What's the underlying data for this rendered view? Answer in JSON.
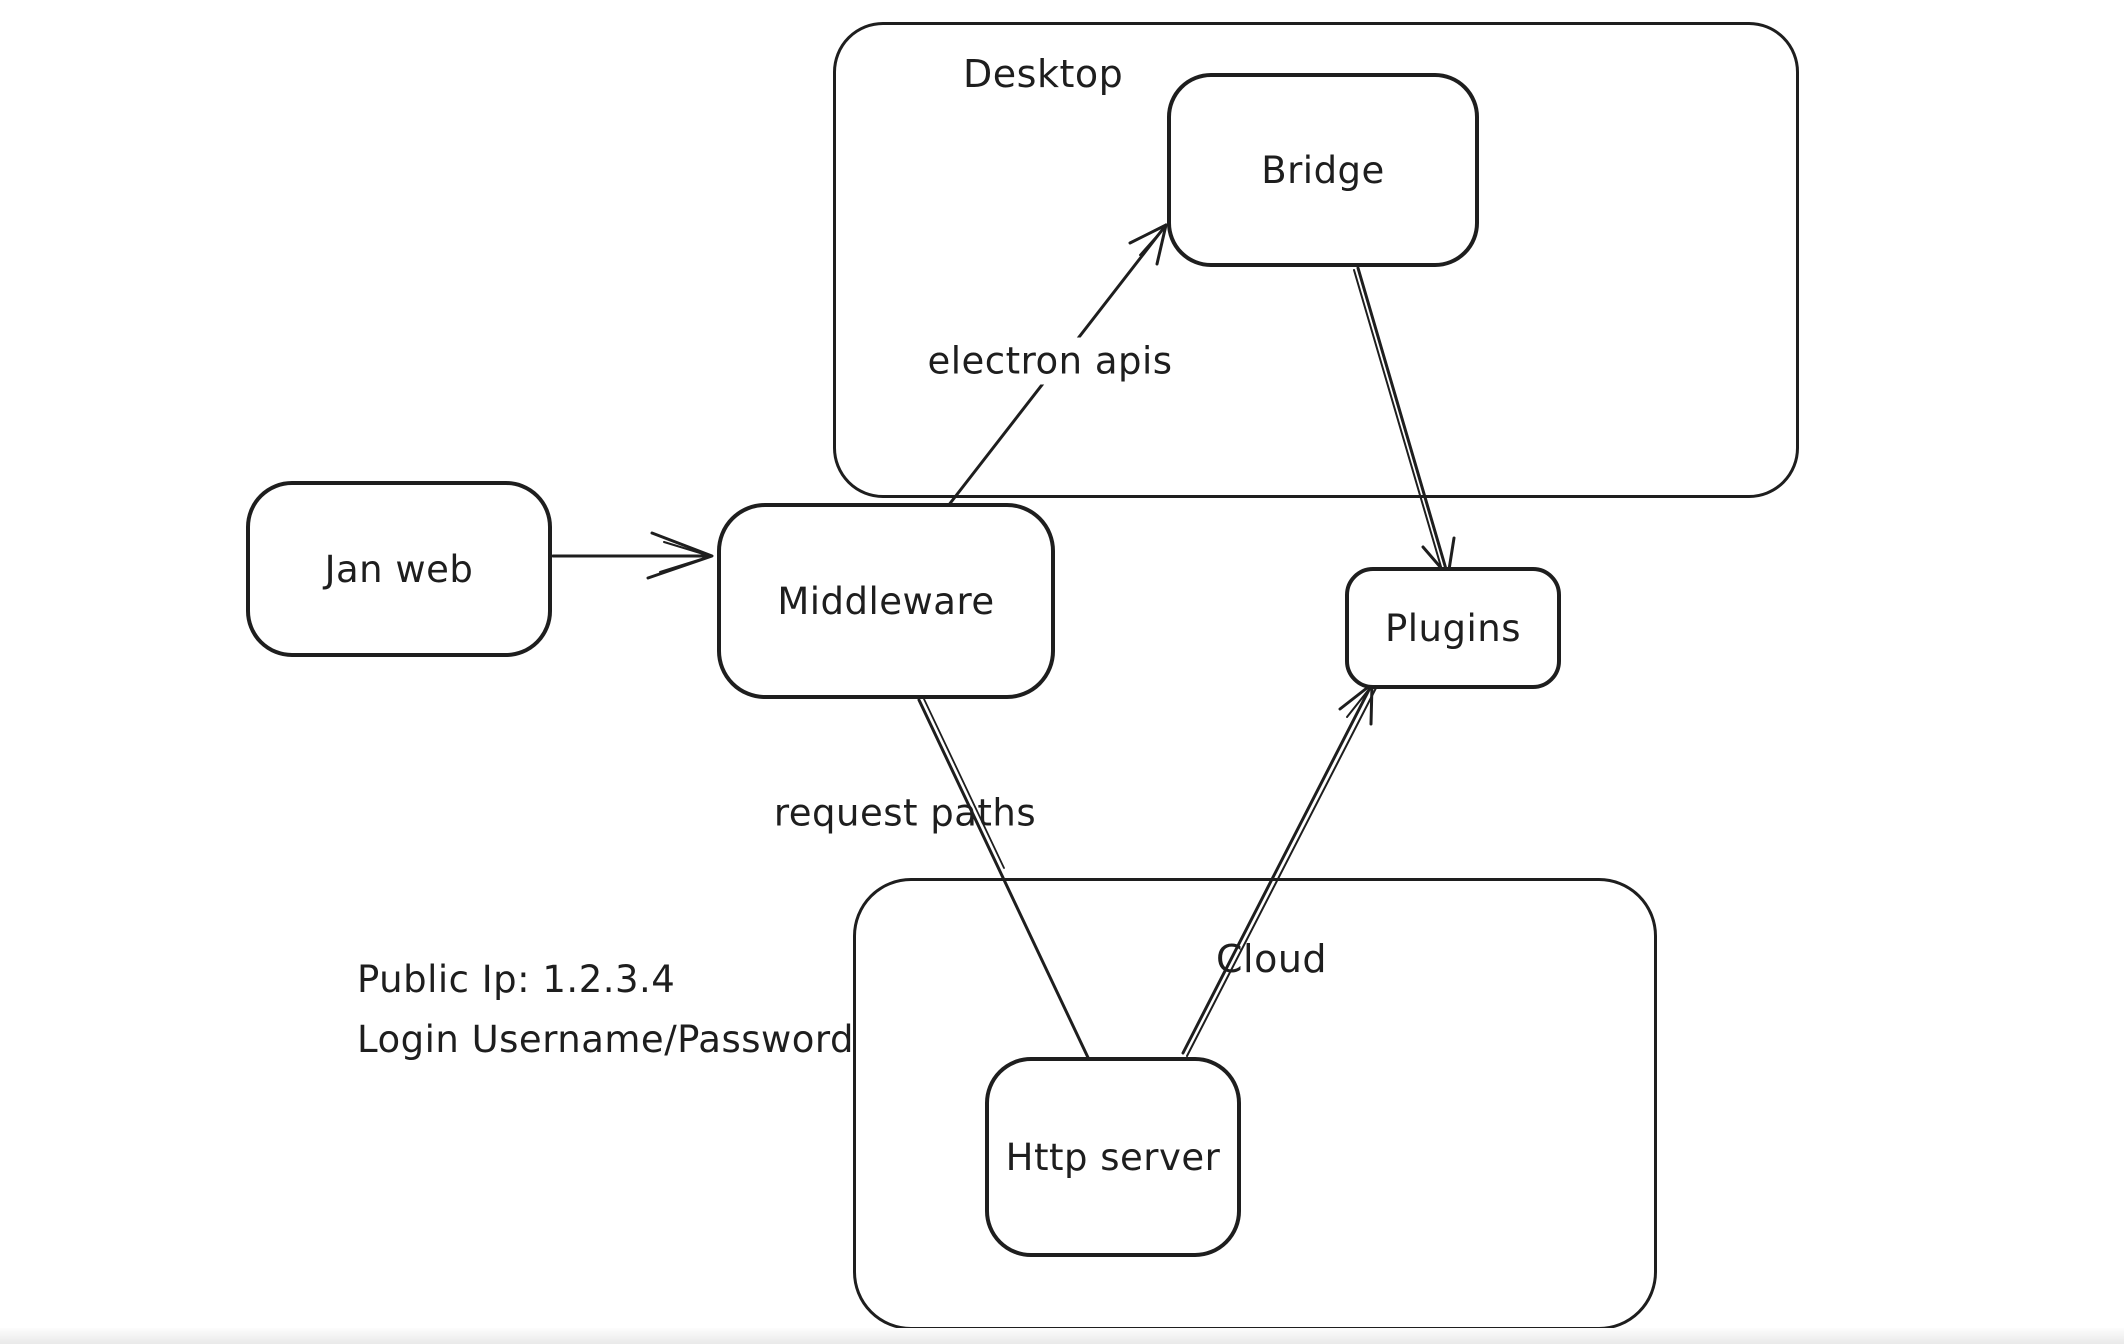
{
  "canvas": {
    "background_color": "#ffffff",
    "stroke_color": "#1e1e1e"
  },
  "containers": [
    {
      "id": "desktop",
      "label": "Desktop"
    },
    {
      "id": "cloud",
      "label": "Cloud"
    }
  ],
  "nodes": [
    {
      "id": "jan-web",
      "label": "Jan web"
    },
    {
      "id": "middleware",
      "label": "Middleware"
    },
    {
      "id": "bridge",
      "label": "Bridge"
    },
    {
      "id": "plugins",
      "label": "Plugins"
    },
    {
      "id": "http-server",
      "label": "Http server"
    }
  ],
  "edges": [
    {
      "id": "janweb-middleware",
      "from": "jan-web",
      "to": "middleware",
      "label": ""
    },
    {
      "id": "middleware-bridge",
      "from": "middleware",
      "to": "bridge",
      "label": "electron apis"
    },
    {
      "id": "bridge-plugins",
      "from": "bridge",
      "to": "plugins",
      "label": ""
    },
    {
      "id": "middleware-httpserver",
      "from": "middleware",
      "to": "http-server",
      "label": "request paths"
    },
    {
      "id": "httpserver-plugins",
      "from": "http-server",
      "to": "plugins",
      "label": ""
    }
  ],
  "annotations": [
    "Public Ip: 1.2.3.4",
    "Login Username/Password"
  ]
}
